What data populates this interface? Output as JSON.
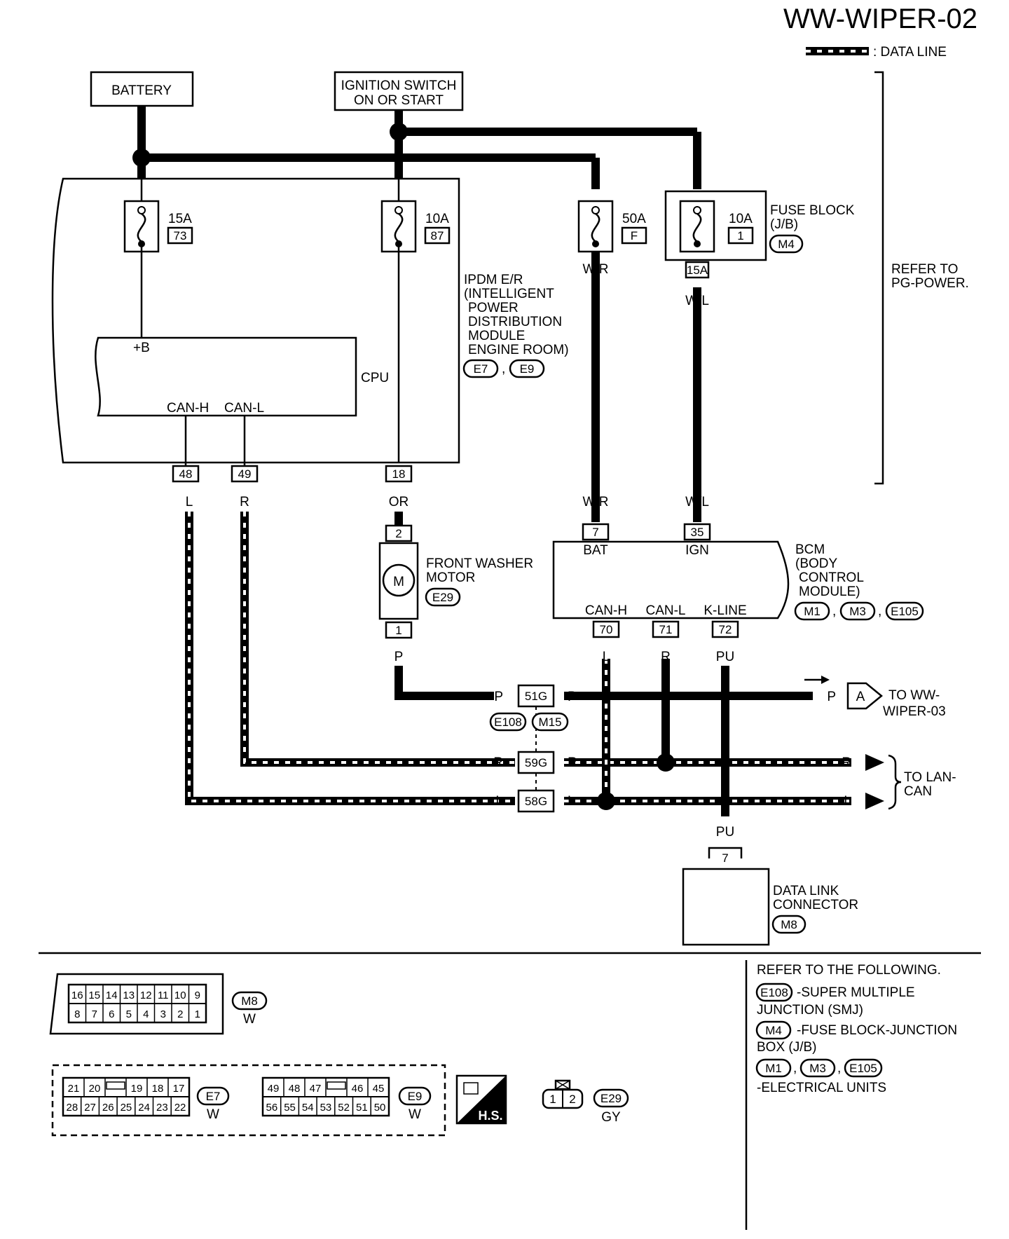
{
  "header": {
    "title": "WW-WIPER-02",
    "legend_label": ": DATA LINE"
  },
  "power": {
    "battery": "BATTERY",
    "ignition_line1": "IGNITION SWITCH",
    "ignition_line2": "ON OR START",
    "refer_line1": "REFER TO",
    "refer_line2": "PG-POWER."
  },
  "fuses": [
    {
      "rating": "15A",
      "number": "73"
    },
    {
      "rating": "10A",
      "number": "87"
    },
    {
      "rating": "50A",
      "number": "F"
    },
    {
      "rating": "10A",
      "number": "1"
    }
  ],
  "fuse_block": {
    "line1": "FUSE BLOCK",
    "line2": "(J/B)",
    "connector": "M4",
    "terminal": "15A"
  },
  "ipdm": {
    "lines": [
      "IPDM E/R",
      "(INTELLIGENT",
      "POWER",
      "DISTRIBUTION",
      "MODULE",
      "ENGINE ROOM)"
    ],
    "connectors": [
      "E7",
      "E9"
    ],
    "cpu": "CPU",
    "plus_b": "+B",
    "can_h": "CAN-H",
    "can_l": "CAN-L",
    "terminals": [
      "48",
      "49",
      "18"
    ]
  },
  "wires": {
    "wr": "W/R",
    "wl": "W/L",
    "l": "L",
    "r": "R",
    "or": "OR",
    "p": "P",
    "pu": "PU"
  },
  "washer": {
    "line1": "FRONT WASHER",
    "line2": "MOTOR",
    "connector": "E29",
    "symbol": "M",
    "term_top": "2",
    "term_bottom": "1"
  },
  "bcm": {
    "line1": "BCM",
    "line2": "(BODY",
    "line3": "CONTROL",
    "line4": "MODULE)",
    "connectors": [
      "M1",
      "M3",
      "E105"
    ],
    "bat": "BAT",
    "ign": "IGN",
    "can_h": "CAN-H",
    "can_l": "CAN-L",
    "k_line": "K-LINE",
    "terminals": [
      "7",
      "35",
      "70",
      "71",
      "72"
    ]
  },
  "joints": {
    "j1": "51G",
    "j2": "59G",
    "j3": "58G",
    "conn1": "E108",
    "conn2": "M15"
  },
  "destinations": {
    "wiper_flag": "A",
    "wiper_line1": "TO WW-",
    "wiper_line2": "WIPER-03",
    "lan_line1": "TO LAN-",
    "lan_line2": "CAN"
  },
  "dlc": {
    "line1": "DATA LINK",
    "line2": "CONNECTOR",
    "connector": "M8",
    "terminal": "7"
  },
  "connectors_view": {
    "m8_top": [
      "16",
      "15",
      "14",
      "13",
      "12",
      "11",
      "10",
      "9"
    ],
    "m8_bottom": [
      "8",
      "7",
      "6",
      "5",
      "4",
      "3",
      "2",
      "1"
    ],
    "m8_name": "M8",
    "m8_color": "W",
    "e7_top": [
      "21",
      "20",
      "",
      "19",
      "18",
      "17"
    ],
    "e7_bottom": [
      "28",
      "27",
      "26",
      "25",
      "24",
      "23",
      "22"
    ],
    "e7_name": "E7",
    "e7_color": "W",
    "e9_top": [
      "49",
      "48",
      "47",
      "",
      "46",
      "45"
    ],
    "e9_bottom": [
      "56",
      "55",
      "54",
      "53",
      "52",
      "51",
      "50"
    ],
    "e9_name": "E9",
    "e9_color": "W",
    "hs": "H.S.",
    "e29_pins": [
      "1",
      "2"
    ],
    "e29_name": "E29",
    "e29_color": "GY"
  },
  "refer_box": {
    "heading": "REFER TO THE FOLLOWING.",
    "e108_conn": "E108",
    "e108_desc1": "-SUPER MULTIPLE",
    "e108_desc2": "JUNCTION (SMJ)",
    "m4_conn": "M4",
    "m4_desc1": "-FUSE BLOCK-JUNCTION",
    "m4_desc2": "BOX (J/B)",
    "units": [
      "M1",
      "M3",
      "E105"
    ],
    "units_desc": "-ELECTRICAL UNITS"
  }
}
